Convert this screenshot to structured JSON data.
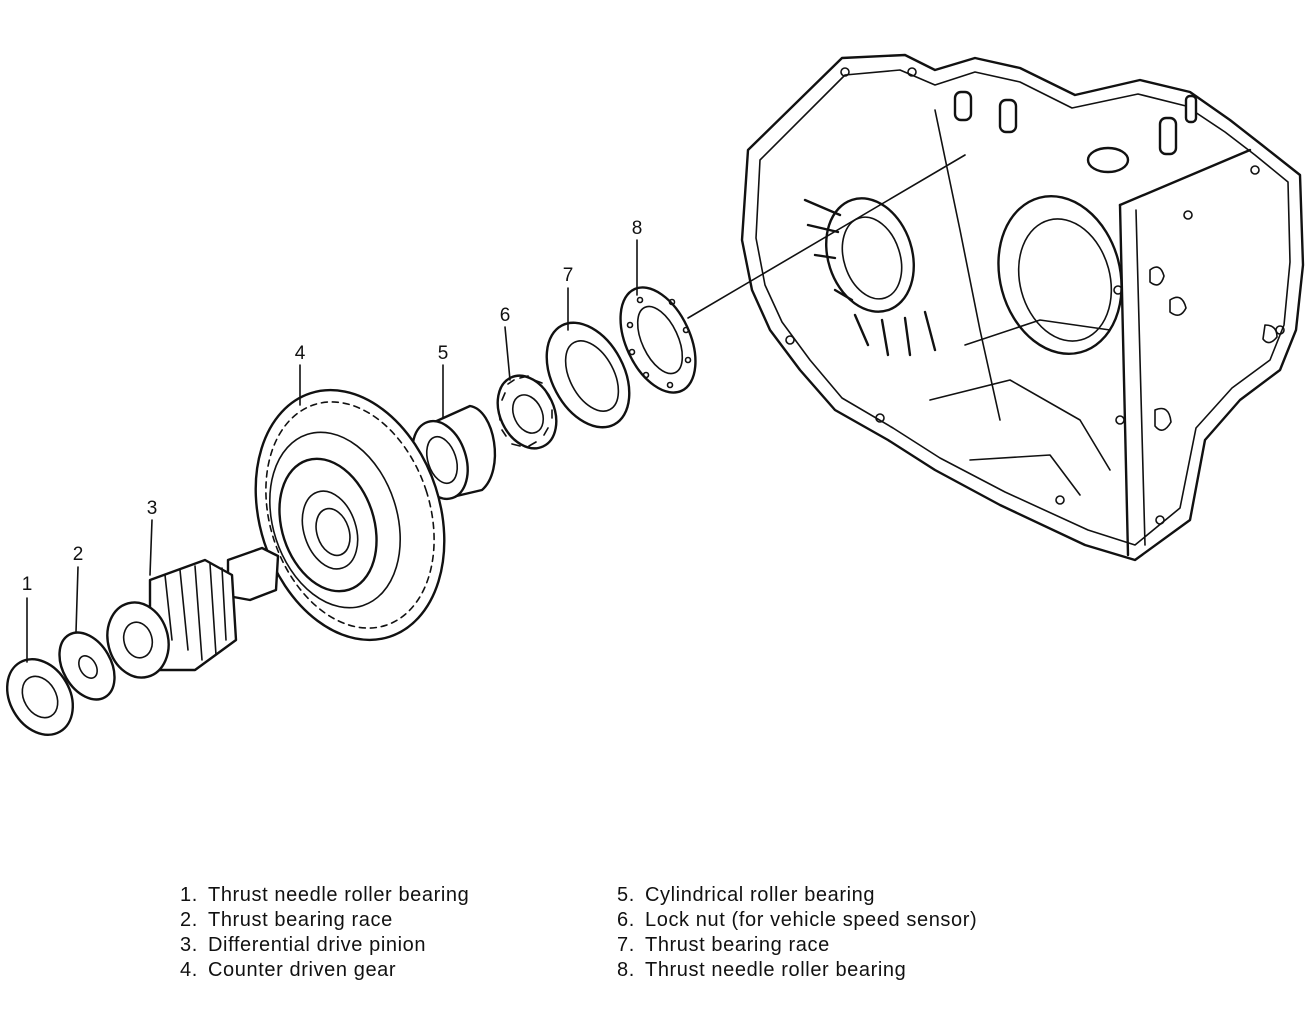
{
  "parts": [
    {
      "number": "1",
      "name": "Thrust needle roller bearing"
    },
    {
      "number": "2",
      "name": "Thrust bearing race"
    },
    {
      "number": "3",
      "name": "Differential drive pinion"
    },
    {
      "number": "4",
      "name": "Counter driven gear"
    },
    {
      "number": "5",
      "name": "Cylindrical roller bearing"
    },
    {
      "number": "6",
      "name": "Lock nut (for vehicle speed sensor)"
    },
    {
      "number": "7",
      "name": "Thrust bearing race"
    },
    {
      "number": "8",
      "name": "Thrust needle roller bearing"
    }
  ],
  "legend": {
    "left": [
      {
        "num": "1.",
        "text": "Thrust needle roller bearing"
      },
      {
        "num": "2.",
        "text": "Thrust bearing race"
      },
      {
        "num": "3.",
        "text": "Differential drive pinion"
      },
      {
        "num": "4.",
        "text": "Counter driven gear"
      }
    ],
    "right": [
      {
        "num": "5.",
        "text": "Cylindrical roller bearing"
      },
      {
        "num": "6.",
        "text": "Lock nut (for vehicle speed sensor)"
      },
      {
        "num": "7.",
        "text": "Thrust bearing race"
      },
      {
        "num": "8.",
        "text": "Thrust needle roller bearing"
      }
    ]
  },
  "colors": {
    "line": "#111111",
    "background": "#ffffff"
  }
}
